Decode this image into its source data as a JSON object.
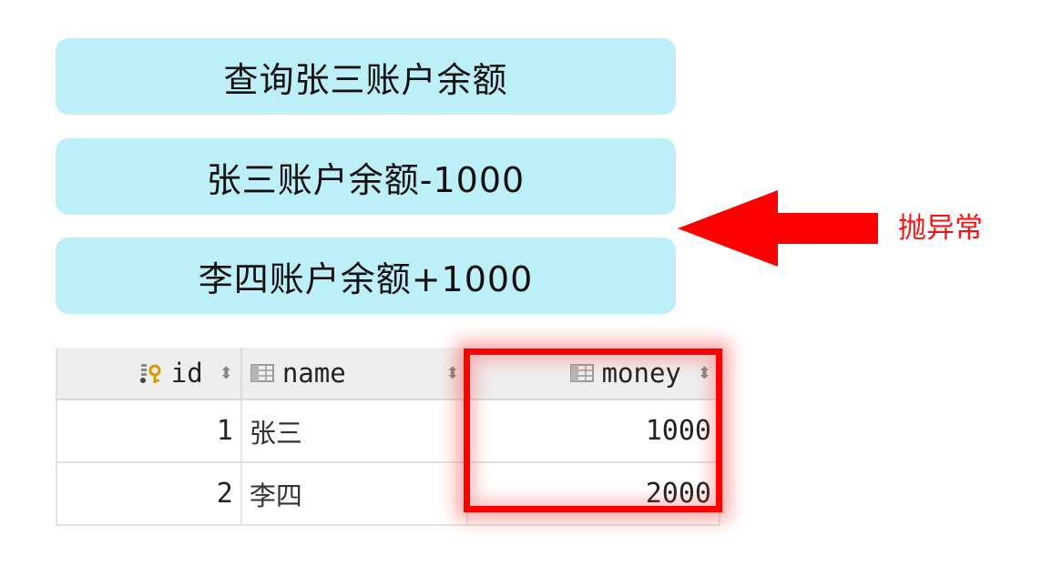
{
  "steps": [
    {
      "label": "查询张三账户余额"
    },
    {
      "label": "张三账户余额-1000"
    },
    {
      "label": "李四账户余额+1000"
    }
  ],
  "exception": {
    "label": "抛异常",
    "color": "#ff1010"
  },
  "table": {
    "columns": [
      {
        "label": "id",
        "icon": "primary-key-column-icon",
        "sort_icon": "sort-arrows-icon"
      },
      {
        "label": "name",
        "icon": "table-column-icon",
        "sort_icon": "sort-arrows-icon"
      },
      {
        "label": "money",
        "icon": "table-column-icon",
        "sort_icon": "sort-arrows-icon"
      }
    ],
    "rows": [
      {
        "id": "1",
        "name": "张三",
        "money": "1000"
      },
      {
        "id": "2",
        "name": "李四",
        "money": "2000"
      }
    ],
    "highlighted_column": "money",
    "highlight_color": "#ff0000"
  },
  "colors": {
    "step_box_background": "#bdeff8",
    "arrow": "#ff0000"
  }
}
